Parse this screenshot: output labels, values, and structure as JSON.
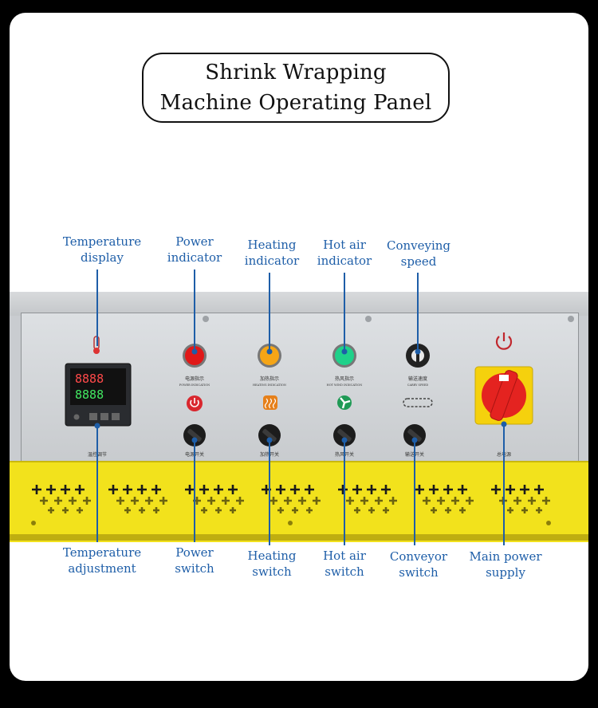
{
  "title": {
    "line1": "Shrink Wrapping",
    "line2": "Machine Operating Panel"
  },
  "top_labels": [
    {
      "line1": "Temperature",
      "line2": "display"
    },
    {
      "line1": "Power",
      "line2": "indicator"
    },
    {
      "line1": "Heating",
      "line2": "indicator"
    },
    {
      "line1": "Hot air",
      "line2": "indicator"
    },
    {
      "line1": "Conveying",
      "line2": "speed"
    }
  ],
  "bottom_labels": [
    {
      "line1": "Temperature",
      "line2": "adjustment"
    },
    {
      "line1": "Power",
      "line2": "switch"
    },
    {
      "line1": "Heating",
      "line2": "switch"
    },
    {
      "line1": "Hot air",
      "line2": "switch"
    },
    {
      "line1": "Conveyor",
      "line2": "switch"
    },
    {
      "line1": "Main power",
      "line2": "supply"
    }
  ],
  "panel": {
    "display_readout_top": "8888",
    "display_readout_bottom": "8888",
    "under_captions": [
      "电源指示",
      "加热指示",
      "热风指示",
      "输送速度"
    ],
    "under_captions_en": [
      "POWER INDICATION",
      "HEATING INDICATION",
      "HOT WIND INDICATION",
      "CARRY SPEED"
    ],
    "switch_captions": [
      "温控调节",
      "电源开关",
      "加热开关",
      "热风开关",
      "输送开关",
      "总电源"
    ]
  },
  "colors": {
    "label_blue": "#1e5ea8",
    "power_lamp": "#e01818",
    "heating_lamp": "#f5a516",
    "hotair_lamp": "#1fd18a",
    "rail_yellow": "#f2e21c",
    "main_switch_red": "#e42320",
    "main_switch_yellow": "#f5d10d"
  },
  "icons": [
    "thermometer-icon",
    "power-icon",
    "heating-icon",
    "fan-icon",
    "chain-icon",
    "power-symbol-icon"
  ]
}
